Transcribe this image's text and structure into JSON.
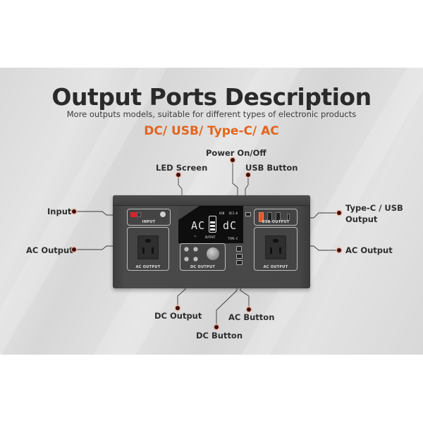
{
  "header": {
    "title": "Output Ports Description",
    "subtitle": "More outputs models, suitable for different types of electronic products",
    "ports_line": "DC/ USB/ Type-C/ AC"
  },
  "callouts": {
    "power": "Power On/Off",
    "led": "LED Screen",
    "usb_button": "USB Button",
    "input": "Input",
    "typec_usb_line1": "Type-C / USB",
    "typec_usb_line2": "Output",
    "ac_output_left": "AC Output",
    "ac_output_right": "AC Output",
    "dc_output": "DC Output",
    "ac_button": "AC Button",
    "dc_button": "DC Button"
  },
  "device": {
    "panel_input": "INPUT",
    "panel_ac_left": "AC OUTPUT",
    "panel_dc": "DC OUTPUT",
    "panel_usb": "USB OUTPUT",
    "panel_ac_right": "AC OUTPUT",
    "lcd": {
      "left": "AC",
      "right": "dC",
      "center": "OUTPUT",
      "top_usb": "USB",
      "top_qc": "QC3.0",
      "bottom_right": "TYPE-C"
    }
  },
  "colors": {
    "accent": "#e3641e",
    "title": "#2a2a2a",
    "band": "#dcdcdc",
    "device": "#474747"
  }
}
